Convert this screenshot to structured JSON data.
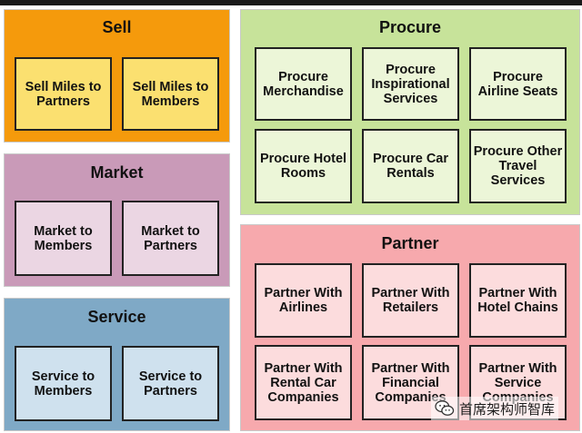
{
  "sell": {
    "title": "Sell",
    "items": [
      "Sell Miles to Partners",
      "Sell Miles to Members"
    ]
  },
  "market": {
    "title": "Market",
    "items": [
      "Market to Members",
      "Market to Partners"
    ]
  },
  "service": {
    "title": "Service",
    "items": [
      "Service to Members",
      "Service to Partners"
    ]
  },
  "procure": {
    "title": "Procure",
    "items": [
      "Procure Merchandise",
      "Procure Inspirational Services",
      "Procure Airline Seats",
      "Procure Hotel Rooms",
      "Procure Car Rentals",
      "Procure Other Travel Services"
    ]
  },
  "partner": {
    "title": "Partner",
    "items": [
      "Partner With Airlines",
      "Partner With Retailers",
      "Partner With Hotel Chains",
      "Partner With Rental Car Companies",
      "Partner With Financial Companies",
      "Partner With Service Companies"
    ]
  },
  "watermark": {
    "text": "首席架构师智库",
    "icon": "wechat-icon"
  },
  "colors": {
    "sell_bg": "#f59a0c",
    "sell_box": "#fbe070",
    "market_bg": "#c99ab8",
    "market_box": "#ebd6e3",
    "service_bg": "#7fa9c6",
    "service_box": "#cfe1ee",
    "procure_bg": "#c7e39a",
    "procure_box": "#ecf6d8",
    "partner_bg": "#f7a9ad",
    "partner_box": "#fcdcdd"
  }
}
